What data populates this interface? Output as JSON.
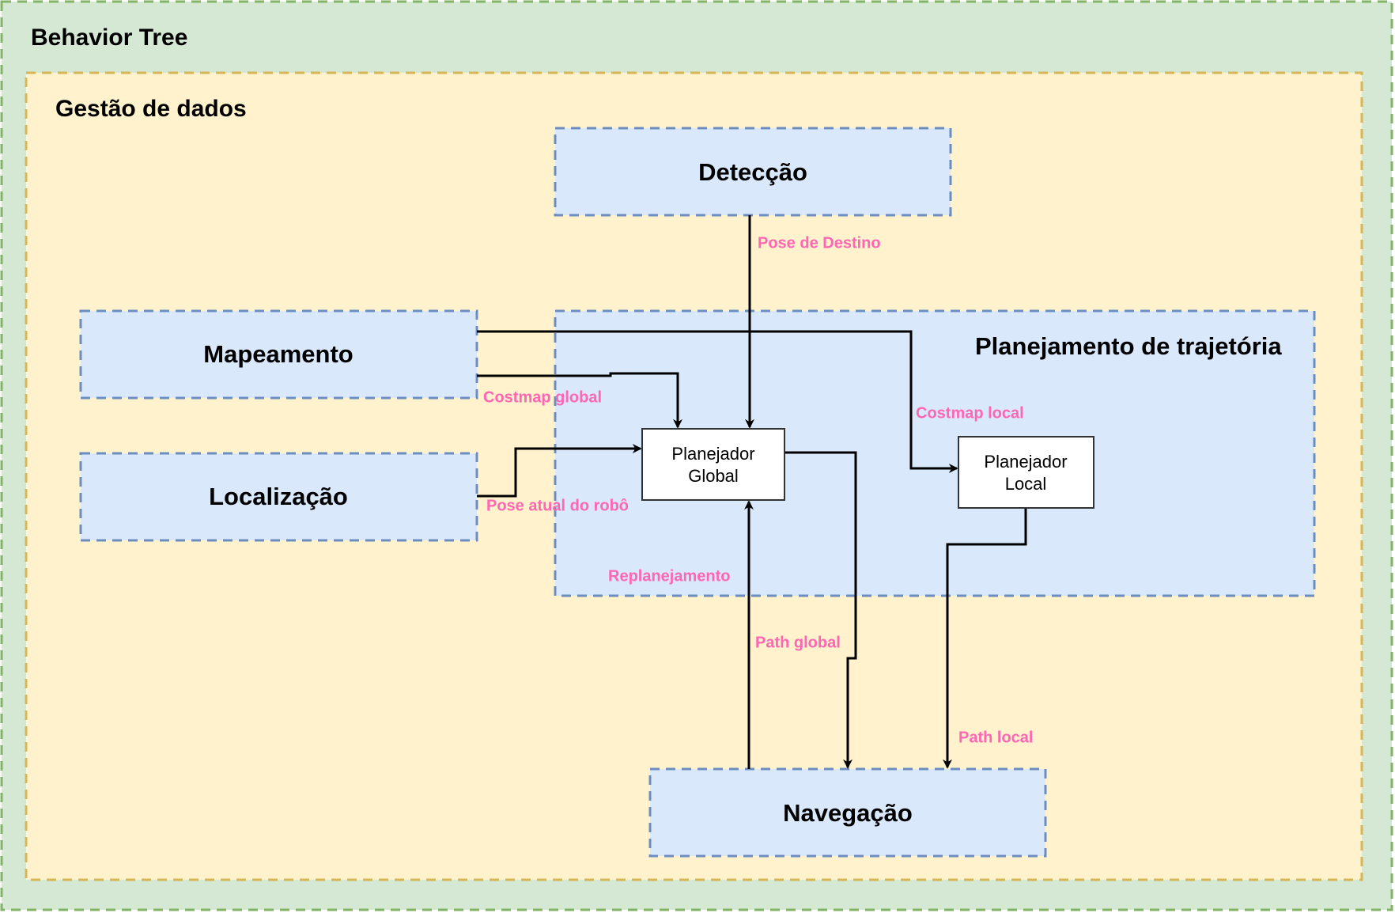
{
  "colors": {
    "outer_fill": "#d5e8d4",
    "outer_stroke": "#82b366",
    "data_fill": "#fff2cc",
    "data_stroke": "#d6b656",
    "module_fill": "#dae8fc",
    "module_stroke": "#6c8ebf",
    "node_fill": "#ffffff",
    "node_stroke": "#333333",
    "edge": "#000000",
    "edge_label": "#FF66B3"
  },
  "containers": {
    "behavior_tree": {
      "title": "Behavior Tree"
    },
    "data_management": {
      "title": "Gestão de dados"
    },
    "path_planning": {
      "title": "Planejamento de trajetória"
    }
  },
  "modules": {
    "detection": {
      "title": "Detecção"
    },
    "mapping": {
      "title": "Mapeamento"
    },
    "localization": {
      "title": "Localização"
    },
    "navigation": {
      "title": "Navegação"
    }
  },
  "nodes": {
    "global_planner": {
      "line1": "Planejador",
      "line2": "Global"
    },
    "local_planner": {
      "line1": "Planejador",
      "line2": "Local"
    }
  },
  "edges": [
    {
      "from": "Detecção",
      "to": "Planejador Global",
      "label": "Pose de Destino"
    },
    {
      "from": "Mapeamento",
      "to": "Planejador Global",
      "label": "Costmap global"
    },
    {
      "from": "Mapeamento",
      "to": "Planejador Local",
      "label": "Costmap local"
    },
    {
      "from": "Localização",
      "to": "Planejador Global",
      "label": "Pose atual do robô"
    },
    {
      "from": "Navegação",
      "to": "Planejador Global",
      "label": "Replanejamento"
    },
    {
      "from": "Planejador Global",
      "to": "Navegação",
      "label": "Path global"
    },
    {
      "from": "Planejador Local",
      "to": "Navegação",
      "label": "Path local"
    }
  ]
}
